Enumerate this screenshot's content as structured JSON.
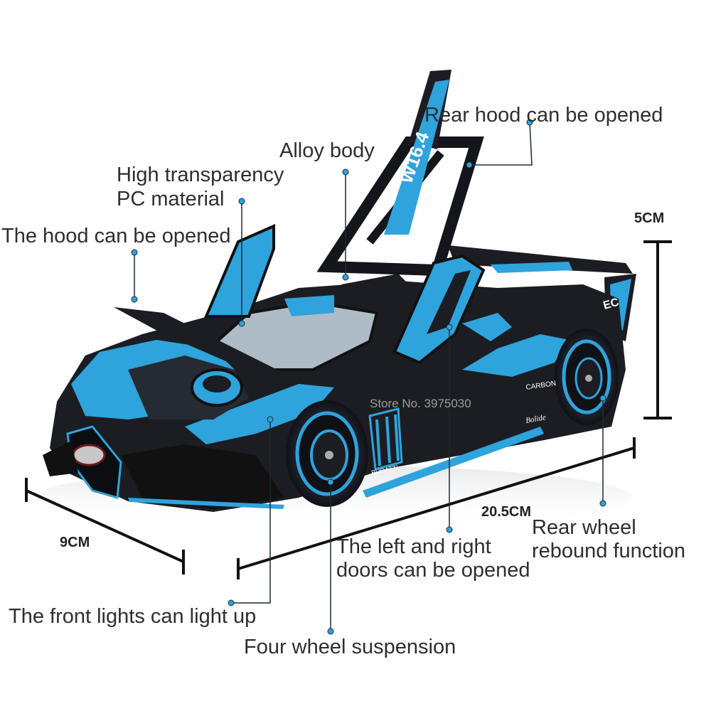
{
  "labels": {
    "rear_hood": "Rear hood can be opened",
    "alloy_body": "Alloy body",
    "pc_material_line1": "High transparency",
    "pc_material_line2": "PC material",
    "hood": "The hood can be opened",
    "front_lights": "The front lights can light up",
    "four_wheel": "Four wheel suspension",
    "doors_line1": "The left and right",
    "doors_line2": "doors can be opened",
    "rear_wheel_line1": "Rear wheel",
    "rear_wheel_line2": "rebound function"
  },
  "dimensions": {
    "height": "5CM",
    "length": "20.5CM",
    "width": "9CM"
  },
  "watermark": "Store No. 3975030",
  "car_text": {
    "wing_text": "W16.4",
    "side_badge": "BUGATTI",
    "carbon_badge": "CARBON",
    "script_badge": "Bolide",
    "rear_badge": "EC"
  },
  "colors": {
    "car_blue": "#2ea3dc",
    "car_black": "#1b1d22",
    "leader_line": "#1e2a33",
    "leader_dot": "#2ea3dc"
  }
}
